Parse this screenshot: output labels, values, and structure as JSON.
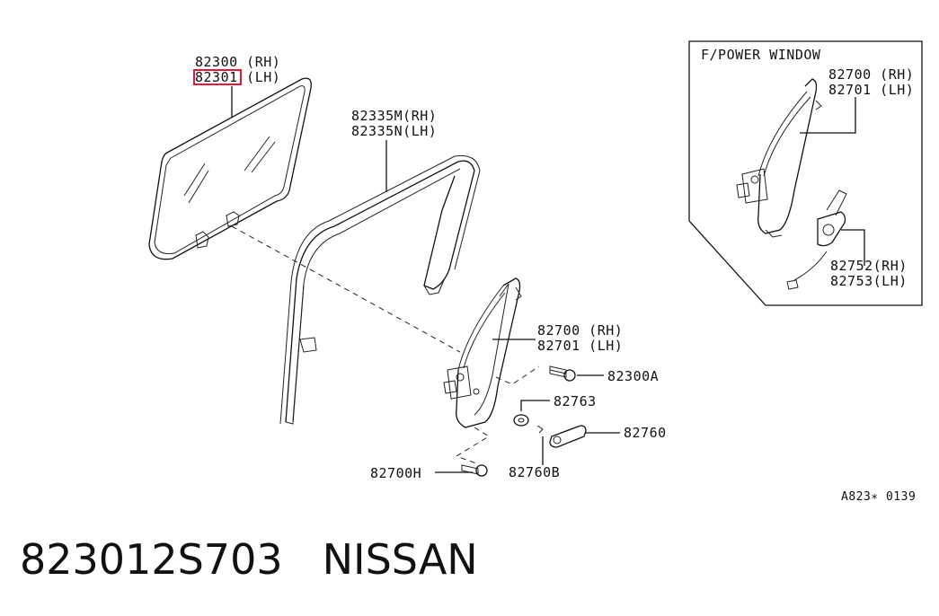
{
  "labels": {
    "glass_rh": "82300 (RH)",
    "glass_lh": "82301 (LH)",
    "sash_rh": "82335M(RH)",
    "sash_lh": "82335N(LH)",
    "regulator_rh": "82700 (RH)",
    "regulator_lh": "82701 (LH)",
    "bolt_82300a": "82300A",
    "washer": "82763",
    "handle": "82760",
    "clip": "82760B",
    "bolt_82700h": "82700H",
    "inset_title": "F/POWER WINDOW",
    "inset_regulator_rh": "82700 (RH)",
    "inset_regulator_lh": "82701 (LH)",
    "motor_rh": "82752(RH)",
    "motor_lh": "82753(LH)",
    "diagram_code": "A823∗ 0139"
  },
  "caption": {
    "part_number": "823012S703",
    "brand": "NISSAN"
  },
  "colors": {
    "highlight": "#e0001b",
    "line": "#111111"
  }
}
